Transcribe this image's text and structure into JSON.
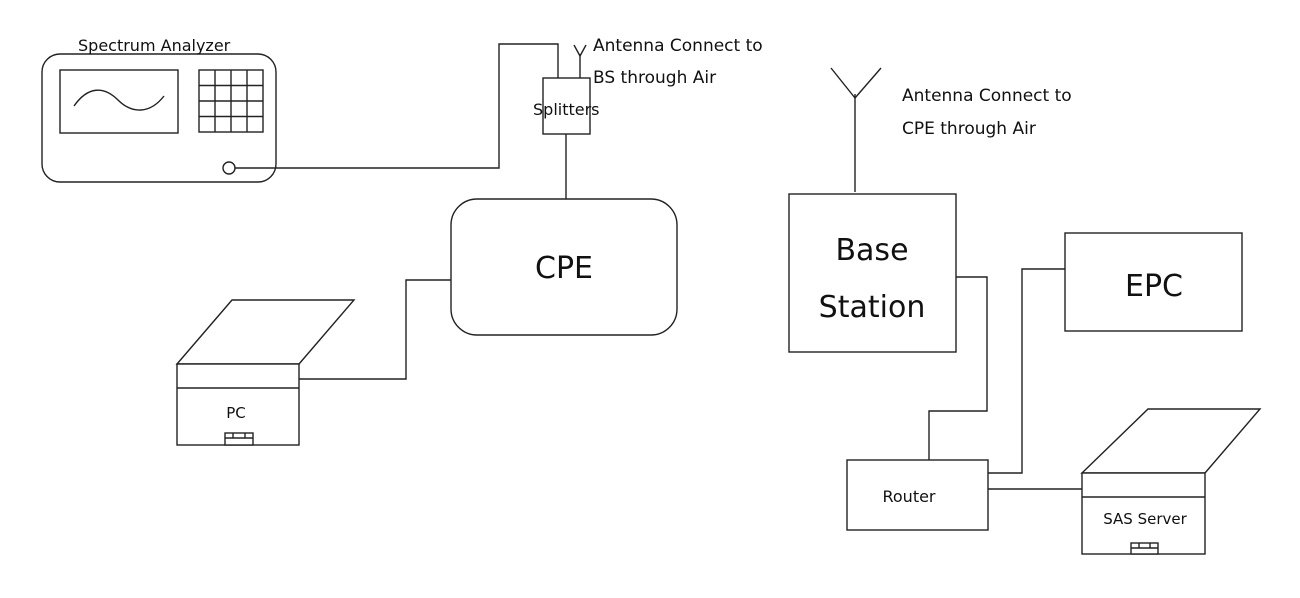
{
  "labels": {
    "spectrum_analyzer": "Spectrum Analyzer",
    "antenna_bs": [
      "Antenna Connect to",
      "BS through Air"
    ],
    "splitters": "Splitters",
    "cpe": "CPE",
    "pc": "PC",
    "antenna_cpe": [
      "Antenna Connect to",
      "CPE through Air"
    ],
    "base_station": [
      "Base",
      "Station"
    ],
    "epc": "EPC",
    "router": "Router",
    "sas_server": "SAS Server"
  }
}
